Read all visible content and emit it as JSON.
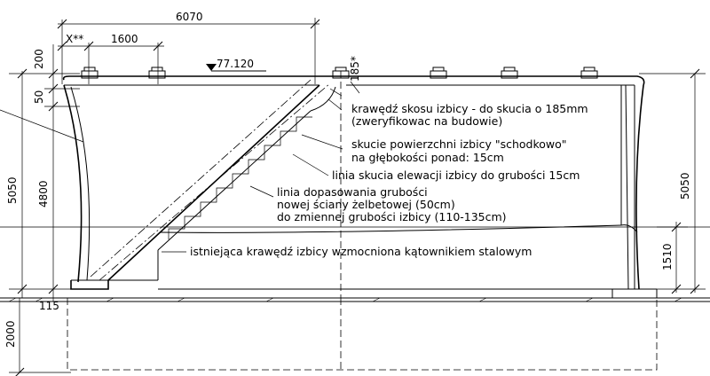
{
  "dimensions": {
    "top_length": "6070",
    "x_offset": "X**",
    "spacing": "1600",
    "elevation": "77.120",
    "skew_cut": "185*",
    "top_height": "200",
    "slab_thickness": "50",
    "height_total_left": "5050",
    "height_inner": "4800",
    "height_total_right": "5050",
    "height_lower_right": "1510",
    "footing_offset": "115",
    "foundation_depth": "2000"
  },
  "notes": [
    "krawędź skosu izbicy - do skucia o 185mm",
    "(zweryfikowac na budowie)",
    "skucie powierzchni izbicy \"schodkowo\"",
    "na głębokości ponad: 15cm",
    "linia skucia elewacji izbicy do grubości 15cm",
    "linia dopasowania grubości",
    "nowej ściany żelbetowej (50cm)",
    "do zmiennej grubości izbicy (110-135cm)",
    "istniejąca krawędź izbicy wzmocniona kątownikiem stalowym"
  ]
}
